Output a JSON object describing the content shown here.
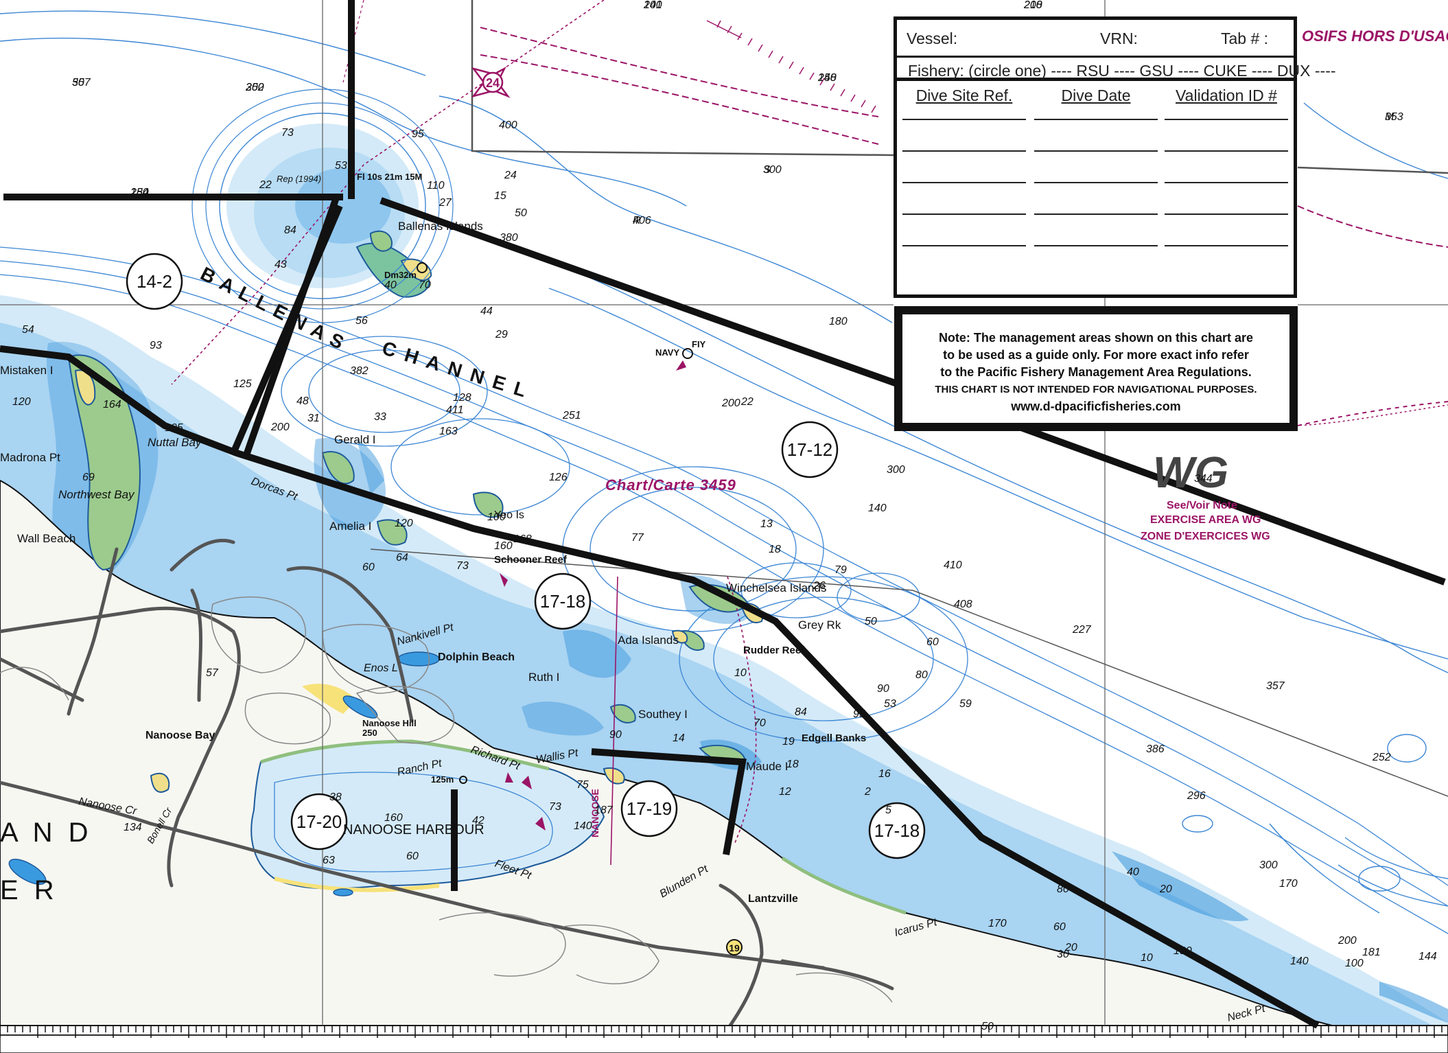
{
  "form": {
    "vessel_label": "Vessel:",
    "vrn_label": "VRN:",
    "tab_label": "Tab # :",
    "fishery_line": "Fishery: (circle one) ---- RSU ---- GSU ---- CUKE ---- DUX ----",
    "columns": [
      "Dive Site Ref.",
      "Dive Date",
      "Validation ID #"
    ],
    "blank_rows": 5
  },
  "note": {
    "line1": "Note: The management areas shown on this chart are",
    "line2": "to be used as a guide only.  For more exact info refer",
    "line3": "to the Pacific Fishery Management Area Regulations.",
    "line4": "THIS CHART IS NOT INTENDED FOR  NAVIGATIONAL PURPOSES.",
    "url": "www.d-dpacificfisheries.com"
  },
  "area_labels": [
    "14-2",
    "17-12",
    "17-18",
    "17-19",
    "17-20",
    "17-18"
  ],
  "place_names": {
    "ballenas_channel_1": "B A L L E N A S",
    "ballenas_channel_2": "C H A N N E L",
    "ballenas_islands": "Ballenas Islands",
    "mistaken_i": "Mistaken I",
    "madrona_pt": "Madrona Pt",
    "northwest_bay": "Northwest Bay",
    "wall_beach": "Wall Beach",
    "nuttal_bay": "Nuttal Bay",
    "dorcas_pt": "Dorcas Pt",
    "gerald_i": "Gerald I",
    "amelia_i": "Amelia I",
    "yeo_is": "Yeo Is",
    "schooner_reef": "Schooner Reef",
    "winchelsea_islands": "Winchelsea Islands",
    "grey_rk": "Grey Rk",
    "rudder_reef": "Rudder Reef",
    "ada_islands": "Ada Islands",
    "ruth_i": "Ruth I",
    "southey_i": "Southey I",
    "edgell_banks": "Edgell Banks",
    "maude_i": "Maude I",
    "nankivell_pt": "Nankivell Pt",
    "dolphin_beach": "Dolphin Beach",
    "enos_l": "Enos L",
    "nanoose_hill": "Nanoose Hill",
    "nanoose_hill_ht": "250",
    "nanoose_bay": "Nanoose Bay",
    "nanoose_cr": "Nanoose Cr",
    "nanoose_harbour": "NANOOSE HARBOUR",
    "ranch_pt": "Ranch Pt",
    "richard_pt": "Richard Pt",
    "wallis_pt": "Wallis Pt",
    "blunden_pt": "Blunden Pt",
    "lantzville": "Lantzville",
    "fleet_pt": "Fleet Pt",
    "icarus_pt": "Icarus Pt",
    "neck_pt": "Neck Pt",
    "bonell_cr": "Bonell Cr",
    "land_and": "A N D",
    "land_er": "E R",
    "chart_carte": "Chart/Carte 3459",
    "wg": "WG",
    "exercise_1": "See/Voir Note",
    "exercise_2": "EXERCISE AREA WG",
    "exercise_3": "ZONE D'EXERCICES WG",
    "explosifs": "OSIFS HORS D'USAG",
    "navy_buoy": "NAVY",
    "fl_light": "Fl 10s 21m 15M",
    "repl": "Rep (1994)",
    "marker_24": "24",
    "marker_19": "19",
    "nanoose_zone": "NANOOSE",
    "dm32m": "Dm32m",
    "fiy": "FIY",
    "ranch_ht": "125m"
  },
  "soundings": [
    "307",
    "252",
    "254",
    "241",
    "218",
    "258",
    "353",
    "300",
    "406",
    "380",
    "400",
    "382",
    "411",
    "251",
    "200",
    "180",
    "140",
    "300",
    "344",
    "282",
    "410",
    "408",
    "227",
    "357",
    "386",
    "252",
    "296",
    "300",
    "170",
    "200",
    "181",
    "144",
    "180",
    "140",
    "170",
    "100",
    "80",
    "60",
    "40",
    "30",
    "20",
    "10",
    "12",
    "18",
    "2",
    "5",
    "16",
    "19",
    "70",
    "84",
    "95",
    "90",
    "80",
    "59",
    "60",
    "53",
    "50",
    "26",
    "79",
    "18",
    "13",
    "77",
    "100",
    "126",
    "160",
    "168",
    "73",
    "64",
    "60",
    "120",
    "90",
    "75",
    "73",
    "140",
    "187",
    "160",
    "63",
    "60",
    "42",
    "38",
    "53",
    "73",
    "22",
    "84",
    "15",
    "24",
    "27",
    "29",
    "44",
    "56",
    "48",
    "31",
    "33",
    "163",
    "128",
    "164",
    "54",
    "93",
    "125",
    "200",
    "120",
    "105",
    "95",
    "110",
    "50",
    "40",
    "70",
    "43",
    "69",
    "22",
    "14",
    "10",
    "57",
    "134",
    "50",
    "20",
    "55",
    "300",
    "180",
    "100",
    "200",
    "140",
    "M",
    "S",
    "R"
  ],
  "colors": {
    "water_deep": "#ffffff",
    "water_shallow": "#cfe6f7",
    "water_drying": "#1e87d6",
    "contour": "#2f7fd1",
    "land": "#f7f7f2",
    "land_green": "#8fbf7f",
    "land_yellow": "#f7e27a",
    "boundary": "#111111",
    "magenta": "#9b1466"
  }
}
